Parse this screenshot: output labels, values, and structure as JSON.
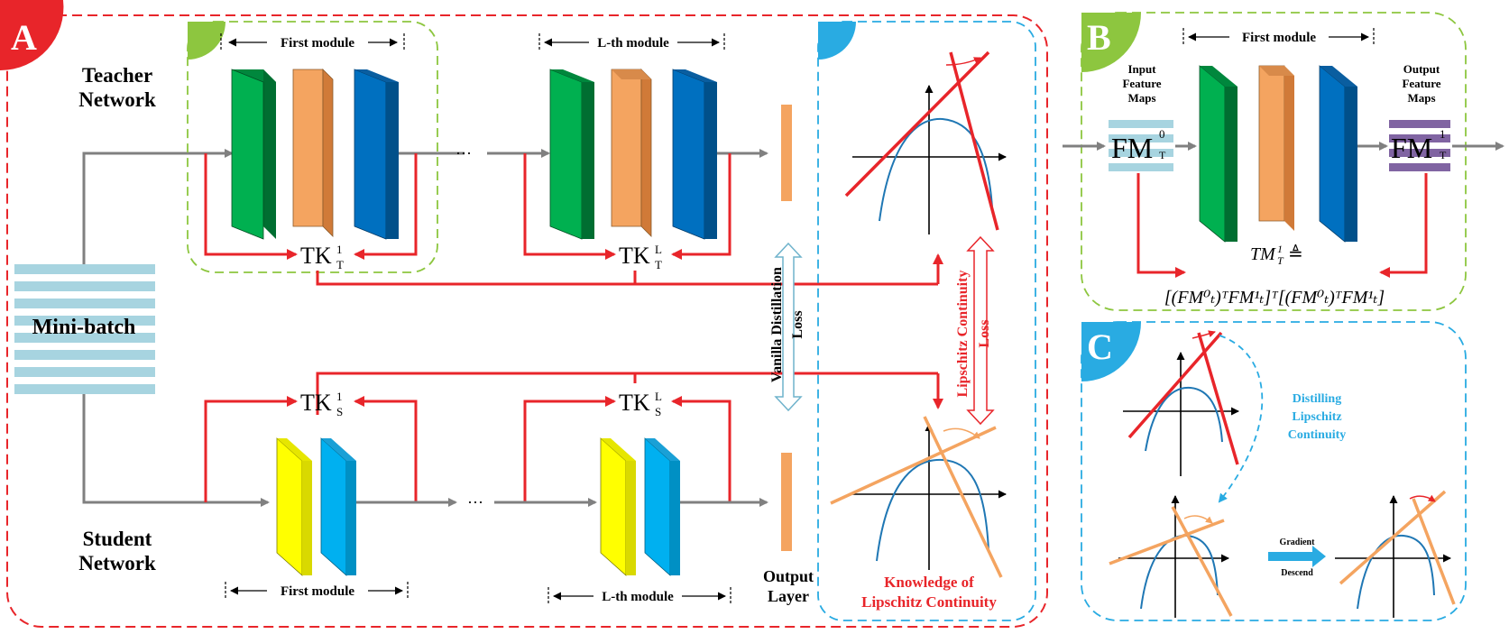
{
  "panels": {
    "a": {
      "letter": "A"
    },
    "b": {
      "letter": "B"
    },
    "c": {
      "letter": "C"
    }
  },
  "teacher": {
    "line1": "Teacher",
    "line2": "Network"
  },
  "student": {
    "line1": "Student",
    "line2": "Network"
  },
  "minibatch": "Mini-batch",
  "modules": {
    "first": "First  module",
    "lth": "L-th  module"
  },
  "ellipsis": "···",
  "tk": {
    "base": "TK",
    "t_sub": "T",
    "s_sub": "S",
    "sup1": "1",
    "supL": "L"
  },
  "vanilla": {
    "line1": "Vanilla Distillation",
    "line2": "Loss"
  },
  "lipschitz": {
    "line1": "Lipschitz Continuity",
    "line2": "Loss"
  },
  "output": {
    "line1": "Output",
    "line2": "Layer"
  },
  "knowledge": {
    "line1": "Knowledge of",
    "line2": "Lipschitz Continuity"
  },
  "panel_b": {
    "input": {
      "line1": "Input",
      "line2": "Feature",
      "line3": "Maps"
    },
    "output": {
      "line1": "Output",
      "line2": "Feature",
      "line3": "Maps"
    },
    "fm_base": "FM",
    "fm_in_sup": "0",
    "fm_in_sub": "T",
    "fm_out_sup": "1",
    "fm_out_sub": "T",
    "first_module": "First  module",
    "tm_label": "TM",
    "tm_sup": "1",
    "tm_sub": "T",
    "tm_def": "≜",
    "formula": "[(FM⁰ₜ)ᵀFM¹ₜ]ᵀ[(FM⁰ₜ)ᵀFM¹ₜ]"
  },
  "panel_c": {
    "distilling": {
      "line1": "Distilling",
      "line2": "Lipschitz",
      "line3": "Continuity"
    },
    "gradient": {
      "line1": "Gradient",
      "line2": "Descend"
    }
  },
  "colors": {
    "red": "#e8252a",
    "green_dash": "#8dc63f",
    "blue_dash": "#29abe2",
    "layer_green": "#00b050",
    "layer_orange": "#f4a460",
    "layer_blue": "#0070c0",
    "layer_yellow": "#ffff00",
    "layer_cyan": "#00b0f0",
    "purple": "#8064a2",
    "minibatch_bar": "#a7d4e0"
  }
}
